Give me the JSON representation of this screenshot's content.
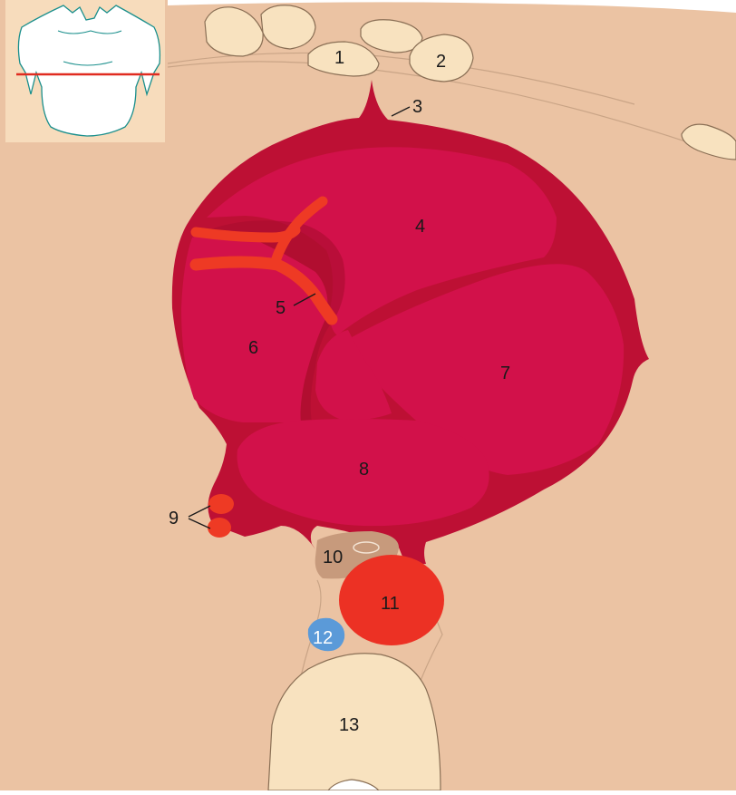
{
  "colors": {
    "background": "#ffffff",
    "tissue": "#ebc3a3",
    "tissue_line": "#c9a486",
    "pericardium": "#bd1034",
    "chamber": "#d2114a",
    "chamber_shadow": "#a90d2e",
    "artery": "#ee3a24",
    "aorta": "#ec3124",
    "vein": "#5b9ad8",
    "bone": "#f8e2bf",
    "bone_outline": "#8a6f55",
    "esophagus": "#c79a7c",
    "inset_bg": "#f7dcbc",
    "inset_outline": "#1a8f8c",
    "inset_line": "#e02b20"
  },
  "inset": {
    "name": "torso-level-indicator"
  },
  "labels": {
    "l1": "1",
    "l2": "2",
    "l3": "3",
    "l4": "4",
    "l5": "5",
    "l6": "6",
    "l7": "7",
    "l8": "8",
    "l9": "9",
    "l10": "10",
    "l11": "11",
    "l12": "12",
    "l13": "13"
  }
}
